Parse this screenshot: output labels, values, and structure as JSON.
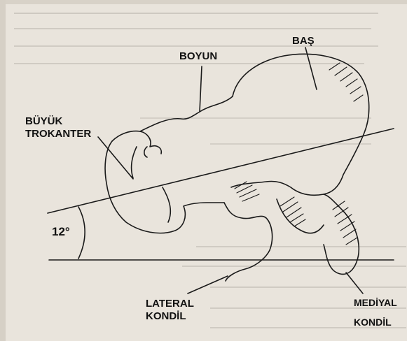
{
  "labels": {
    "bas": "BAŞ",
    "boyun": "BOYUN",
    "buyuk_trokanter_1": "BÜYÜK",
    "buyuk_trokanter_2": "TROKANTER",
    "angle": "12°",
    "lateral_1": "LATERAL",
    "lateral_2": "KONDİL",
    "medial_1": "MEDİYAL",
    "medial_2": "KONDİL"
  }
}
